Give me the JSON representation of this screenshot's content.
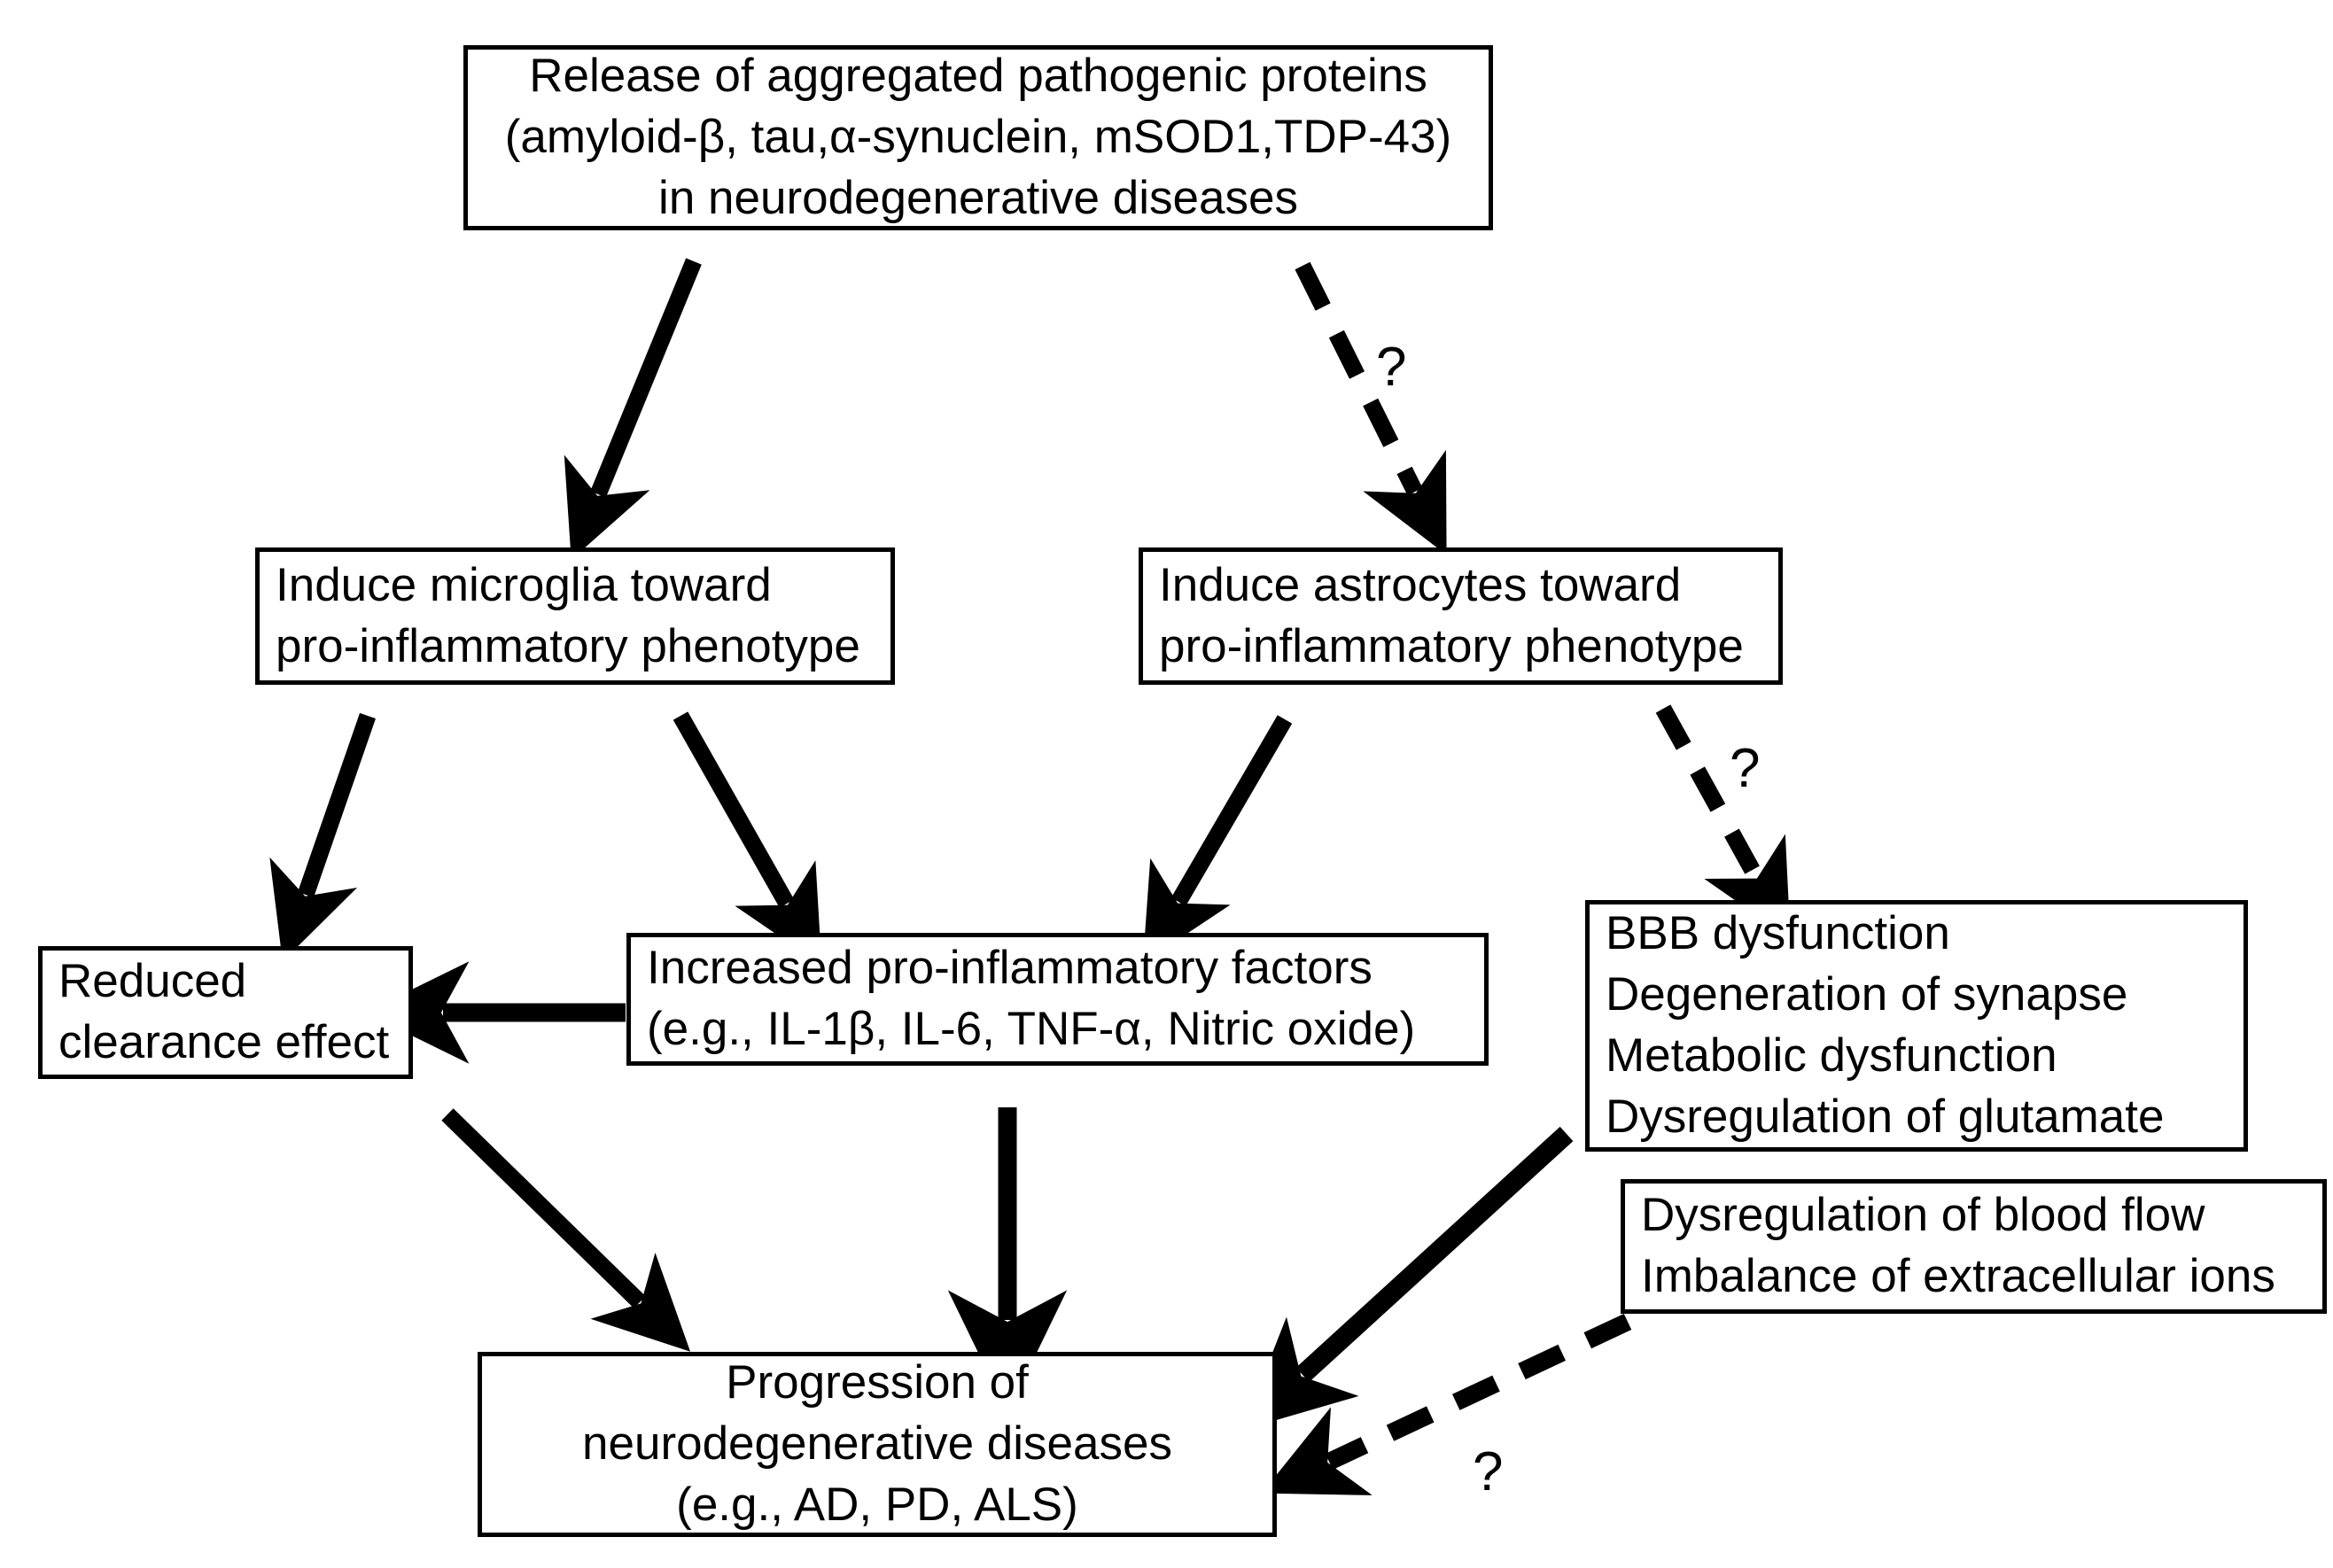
{
  "diagram": {
    "type": "flowchart",
    "title": "Neuroinflammation in neurodegenerative disease progression",
    "background_color": "#ffffff",
    "stroke_color": "#000000",
    "nodes": [
      {
        "id": "release",
        "name": "release-of-aggregated-pathogenic-proteins",
        "lines": [
          "Release of aggregated pathogenic proteins",
          "(amyloid-β, tau,α-synuclein, mSOD1,TDP-43)",
          "in neurodegenerative diseases"
        ],
        "align": "center"
      },
      {
        "id": "microglia",
        "name": "induce-microglia-toward-pro-inflammatory-phenotype",
        "lines": [
          "Induce microglia toward",
          "pro-inflammatory phenotype"
        ],
        "align": "left"
      },
      {
        "id": "astrocytes",
        "name": "induce-astrocytes-toward-pro-inflammatory-phenotype",
        "lines": [
          "Induce astrocytes toward",
          "pro-inflammatory phenotype"
        ],
        "align": "left"
      },
      {
        "id": "reduced",
        "name": "reduced-clearance-effect",
        "lines": [
          "Reduced",
          "clearance  effect"
        ],
        "align": "left"
      },
      {
        "id": "factors",
        "name": "increased-pro-inflammatory-factors",
        "lines": [
          "Increased pro-inflammatory factors",
          "(e.g., IL-1β, IL-6, TNF-α, Nitric oxide)"
        ],
        "align": "left"
      },
      {
        "id": "bbb",
        "name": "bbb-dysfunction-list",
        "lines": [
          "BBB dysfunction",
          "Degeneration  of synapse",
          "Metabolic  dysfunction",
          "Dysregulation  of glutamate"
        ],
        "align": "left"
      },
      {
        "id": "bloodflow",
        "name": "dysregulation-of-blood-flow-list",
        "lines": [
          "Dysregulation  of blood flow",
          "Imbalance  of extracellular  ions"
        ],
        "align": "left"
      },
      {
        "id": "progression",
        "name": "progression-of-neurodegenerative-diseases",
        "lines": [
          "Progression of",
          "neurodegenerative  diseases",
          "(e.g., AD, PD, ALS)"
        ],
        "align": "center"
      }
    ],
    "edges": [
      {
        "id": "e1",
        "name": "arrow-release-to-microglia",
        "from": "release",
        "to": "microglia",
        "style": "solid",
        "label": ""
      },
      {
        "id": "e2",
        "name": "arrow-release-to-astrocytes",
        "from": "release",
        "to": "astrocytes",
        "style": "dashed",
        "label": "?"
      },
      {
        "id": "e3",
        "name": "arrow-microglia-to-reduced",
        "from": "microglia",
        "to": "reduced",
        "style": "solid",
        "label": ""
      },
      {
        "id": "e4",
        "name": "arrow-microglia-to-factors",
        "from": "microglia",
        "to": "factors",
        "style": "solid",
        "label": ""
      },
      {
        "id": "e5",
        "name": "arrow-astrocytes-to-factors",
        "from": "astrocytes",
        "to": "factors",
        "style": "solid",
        "label": ""
      },
      {
        "id": "e6",
        "name": "arrow-astrocytes-to-bbb",
        "from": "astrocytes",
        "to": "bbb",
        "style": "dashed",
        "label": "?"
      },
      {
        "id": "e7",
        "name": "arrow-factors-to-reduced",
        "from": "factors",
        "to": "reduced",
        "style": "solid",
        "label": ""
      },
      {
        "id": "e8",
        "name": "arrow-reduced-to-progression",
        "from": "reduced",
        "to": "progression",
        "style": "solid",
        "label": ""
      },
      {
        "id": "e9",
        "name": "arrow-factors-to-progression",
        "from": "factors",
        "to": "progression",
        "style": "solid",
        "label": ""
      },
      {
        "id": "e10",
        "name": "arrow-bbb-to-progression",
        "from": "bbb",
        "to": "progression",
        "style": "solid",
        "label": ""
      },
      {
        "id": "e11",
        "name": "arrow-bloodflow-to-progression",
        "from": "bloodflow",
        "to": "progression",
        "style": "dashed",
        "label": "?"
      }
    ],
    "labels": {
      "q1": "?",
      "q2": "?",
      "q3": "?"
    }
  }
}
